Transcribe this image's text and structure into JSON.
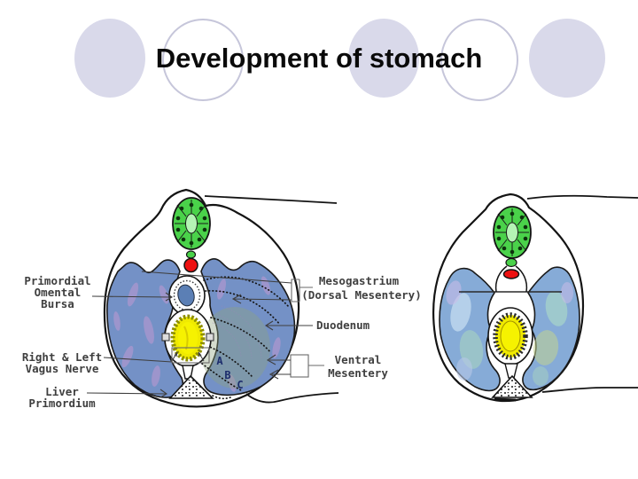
{
  "title": "Development of stomach",
  "theme": {
    "background": "#ffffff",
    "circle_fill": "#d9d9ea",
    "circle_outline_color": "#c6c6da",
    "title_color": "#0a0a0a",
    "label_color": "#3f3f3f"
  },
  "figure": {
    "labels": {
      "omental_bursa": [
        "Primordial",
        "Omental",
        "Bursa"
      ],
      "vagus": [
        "Right & Left",
        "Vagus Nerve"
      ],
      "liver": [
        "Liver",
        "Primordium"
      ],
      "mesogastrium": [
        "Mesogastrium",
        "(Dorsal Mesentery)"
      ],
      "duodenum": "Duodenum",
      "ventral": [
        "Ventral",
        "Mesentery"
      ]
    },
    "region_letters": [
      "A",
      "B",
      "C"
    ],
    "colors": {
      "body_wall": "#7491c6",
      "body_wall_right": "#86abd7",
      "streak": "#c09ad2",
      "neural_tube": "#4ad24a",
      "neural_canal": "#b4f4b4",
      "aorta": "#ee1111",
      "stomach": "#f0ea00",
      "stomach_ring": "#8e8e00",
      "omental_bursa": "#5b7fb5"
    }
  }
}
